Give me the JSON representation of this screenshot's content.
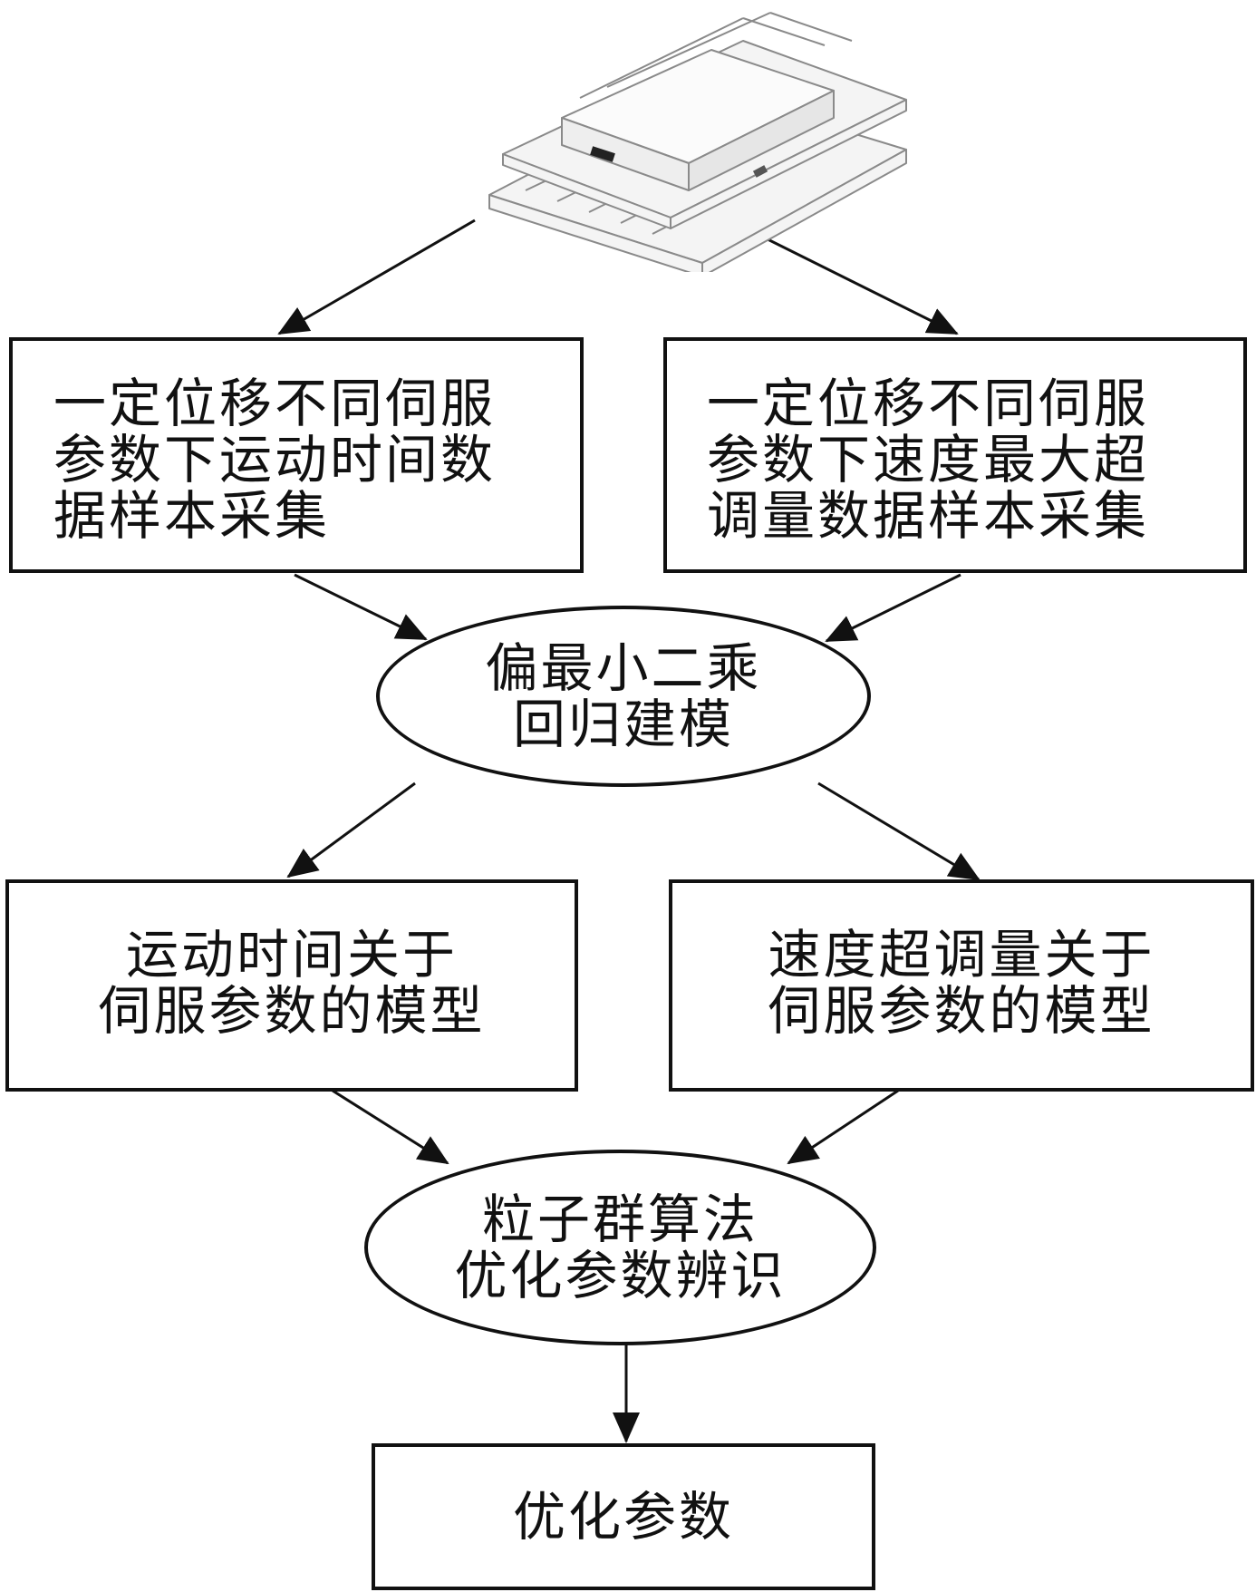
{
  "nodes": {
    "sample_time": {
      "lines": [
        "一定位移不同伺服",
        "参数下运动时间数",
        "据样本采集"
      ]
    },
    "sample_overshoot": {
      "lines": [
        "一定位移不同伺服",
        "参数下速度最大超",
        "调量数据样本采集"
      ]
    },
    "pls": {
      "lines": [
        "偏最小二乘",
        "回归建模"
      ]
    },
    "model_time": {
      "lines": [
        "运动时间关于",
        "伺服参数的模型"
      ]
    },
    "model_overshoot": {
      "lines": [
        "速度超调量关于",
        "伺服参数的模型"
      ]
    },
    "pso": {
      "lines": [
        "粒子群算法",
        "优化参数辨识"
      ]
    },
    "result": {
      "lines": [
        "优化参数"
      ]
    }
  },
  "colors": {
    "stroke": "#111111",
    "background": "#ffffff",
    "device_fill": "#f4f4f4",
    "device_line": "#8a8a8a"
  },
  "icons": {
    "device": "linear-motion-stage-icon"
  }
}
